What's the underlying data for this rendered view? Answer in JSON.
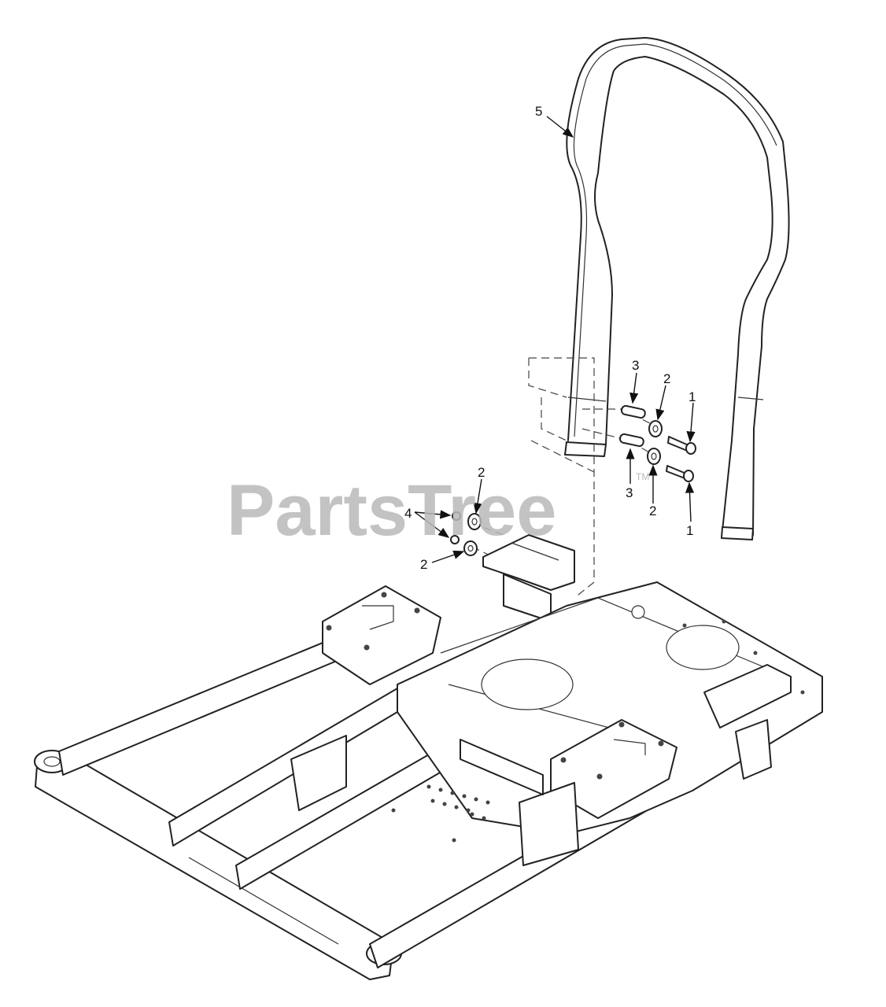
{
  "diagram": {
    "callouts": [
      {
        "id": "c5",
        "label": "5"
      },
      {
        "id": "c3a",
        "label": "3"
      },
      {
        "id": "c2a",
        "label": "2"
      },
      {
        "id": "c1a",
        "label": "1"
      },
      {
        "id": "c3b",
        "label": "3"
      },
      {
        "id": "c2b",
        "label": "2"
      },
      {
        "id": "c1b",
        "label": "1"
      },
      {
        "id": "c2c",
        "label": "2"
      },
      {
        "id": "c4",
        "label": "4"
      },
      {
        "id": "c2d",
        "label": "2"
      }
    ]
  },
  "watermark": {
    "text": "PartsTree",
    "trademark": "TM"
  }
}
